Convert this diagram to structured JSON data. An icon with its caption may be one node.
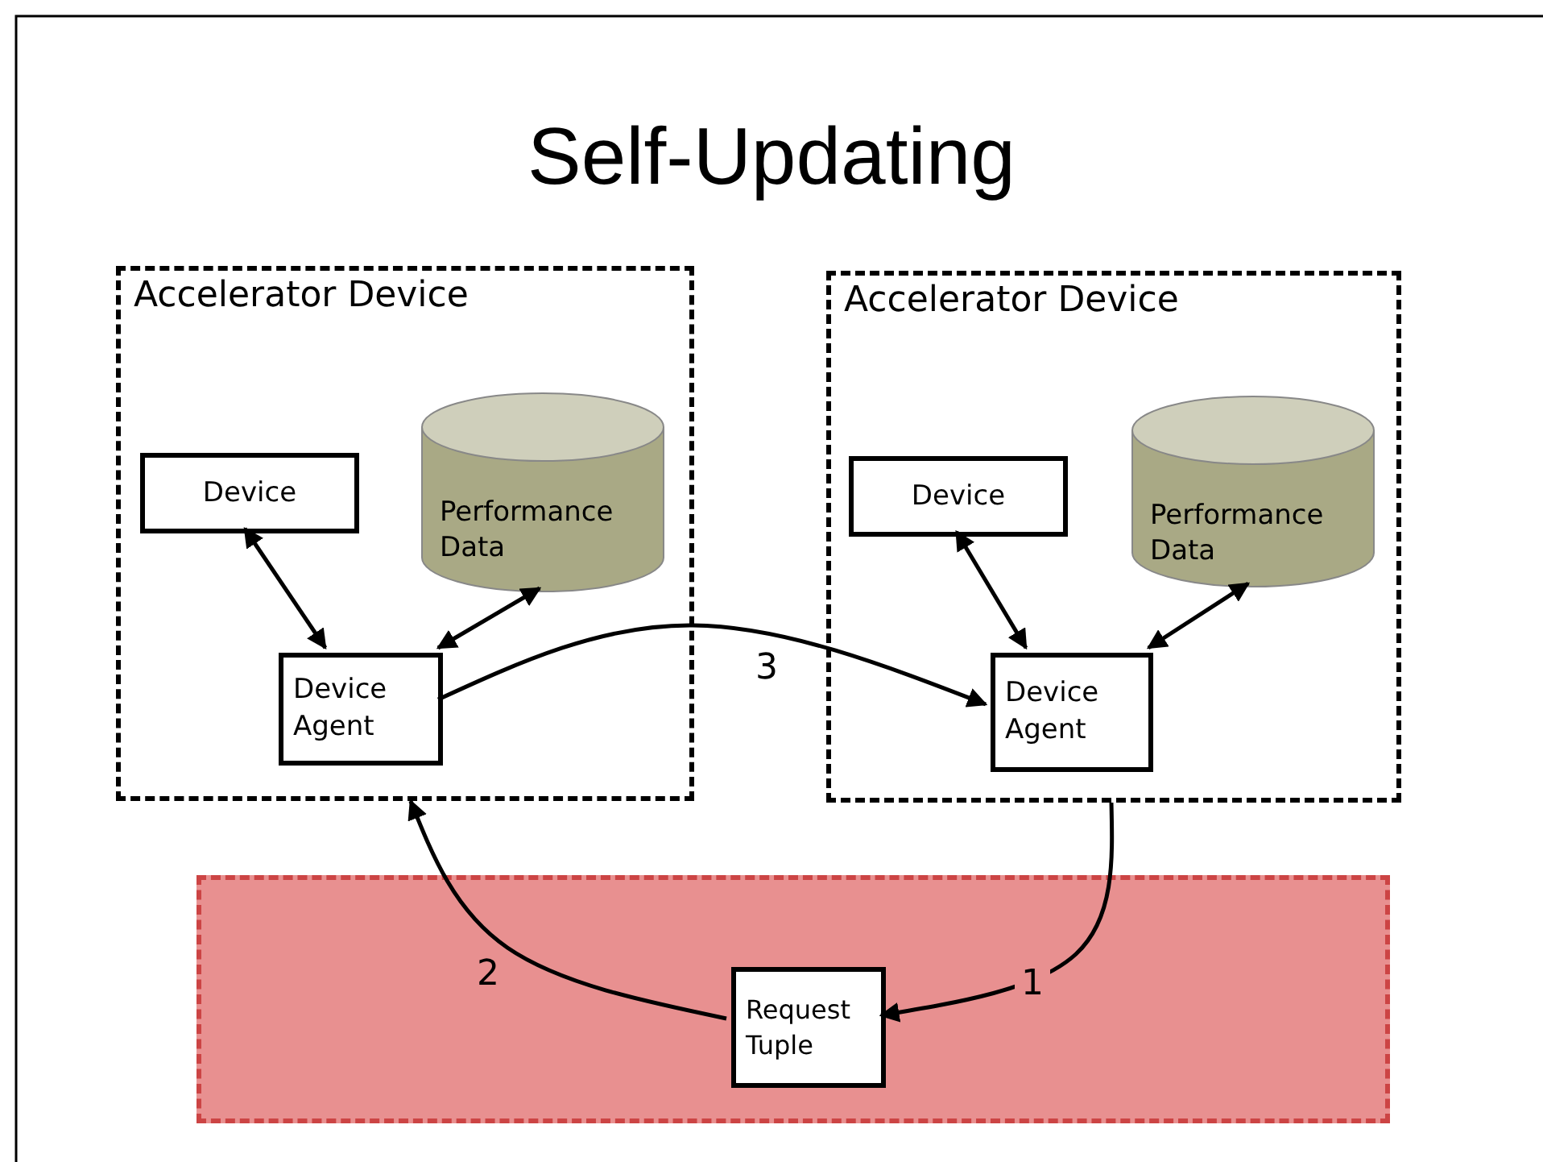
{
  "diagram": {
    "title": "Self-Updating",
    "nodes": [
      {
        "text": [
          "Accelerator Device"
        ]
      },
      {
        "text": [
          "Device"
        ],
        "in": 0
      },
      {
        "text": [
          "Performance Data"
        ],
        "in": 0
      },
      {
        "text": [
          "Device Agent"
        ],
        "in": 0
      },
      {
        "text": [
          "Accelerator Device"
        ]
      },
      {
        "text": [
          "Device"
        ],
        "in": 4
      },
      {
        "text": [
          "Performance Data"
        ],
        "in": 4
      },
      {
        "text": [
          "Device Agent"
        ],
        "in": 4
      },
      {
        "text": [],
        "shape": "box"
      },
      {
        "text": [
          "Request Tuple"
        ],
        "in": 8
      }
    ],
    "edges": [
      {
        "from": 1,
        "to": 3,
        "arrow": "both"
      },
      {
        "from": 2,
        "to": 3,
        "arrow": "both"
      },
      {
        "from": 5,
        "to": 7,
        "arrow": "both"
      },
      {
        "from": 6,
        "to": 7,
        "arrow": "both"
      },
      {
        "from": 3,
        "to": 7,
        "arrow": "to",
        "label": "3"
      },
      {
        "from": 4,
        "to": 9,
        "arrow": "to",
        "label": "1"
      },
      {
        "from": 9,
        "to": 0,
        "arrow": "to",
        "label": "2"
      }
    ]
  }
}
